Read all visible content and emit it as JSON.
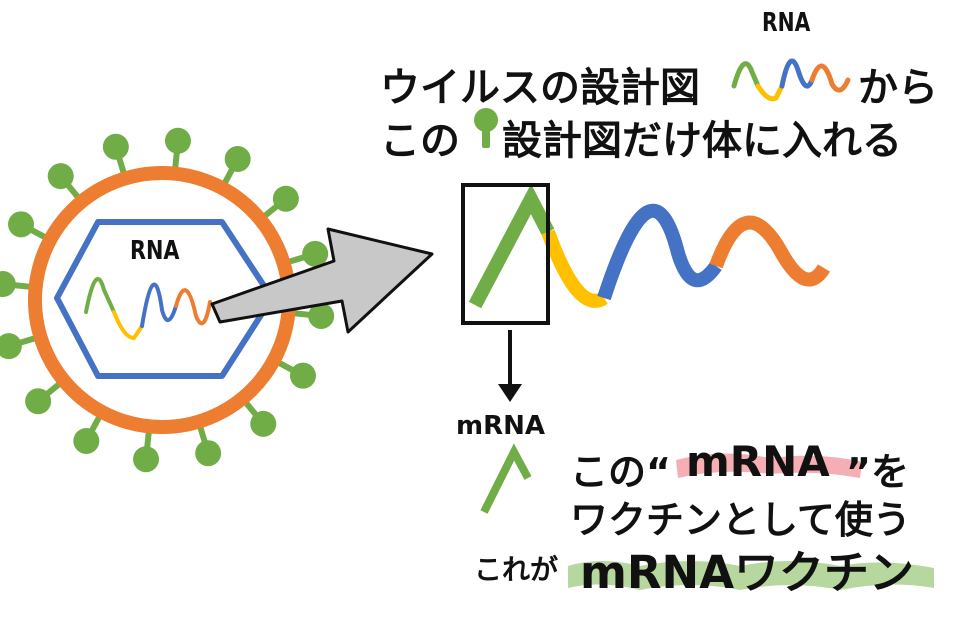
{
  "colors": {
    "green": "#6aaa3a",
    "blue": "#4472c4",
    "yellow": "#ffc000",
    "orange": "#ed7d31",
    "spike_green": "#70ad47",
    "arrow_fill": "#c8c8c8",
    "pink_highlight": "#f4a0a8",
    "green_highlight": "#a9d18e",
    "text": "#111111"
  },
  "icons": {
    "spike": "virus-spike-protein-icon"
  },
  "labels": {
    "virus_rna": "RNA",
    "heading_rna": "RNA",
    "line1_pre": "ウイルスの設計図",
    "line1_post": "から",
    "line2_pre": "この",
    "line2_post": "設計図だけ体に入れる",
    "mrna_small": "mRNA",
    "line3_pre": "この“",
    "line3_em": "mRNA",
    "line3_post": "”を",
    "line4": "ワクチンとして使う",
    "line5_pre": "これが",
    "line5_em": "mRNAワクチン"
  }
}
